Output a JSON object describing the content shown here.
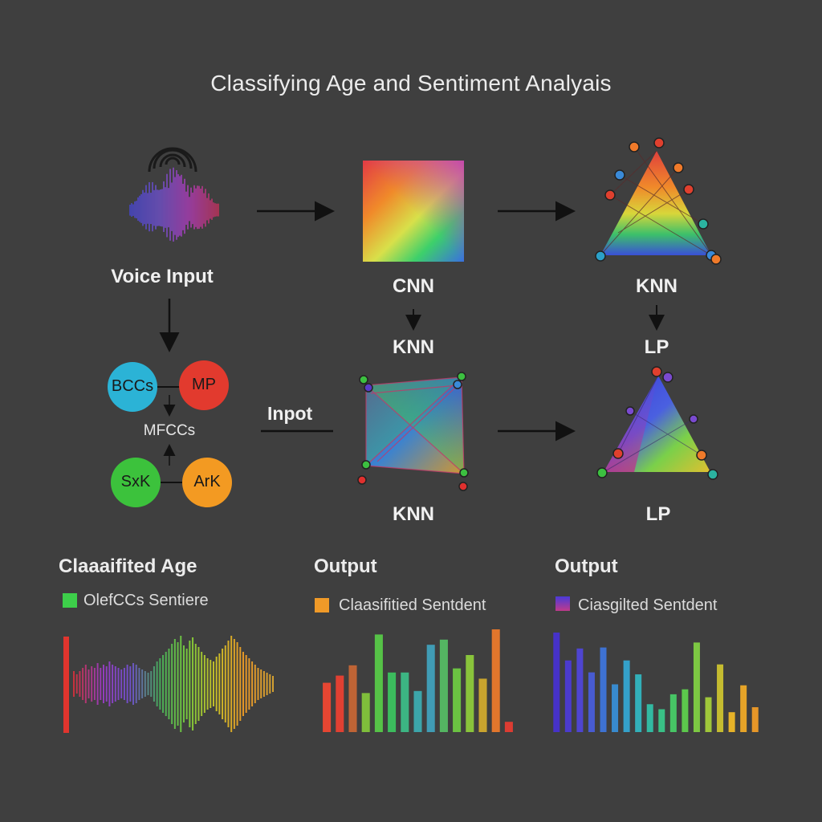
{
  "title": "Classifying Age and Sentiment Analyais",
  "nodes": {
    "voice_input": "Voice Input",
    "cnn": "CNN",
    "knn_top_right": "KNN",
    "knn_mid": "KNN",
    "lp_right": "LP",
    "input_label": "Inpot",
    "knn_bottom": "KNN",
    "lp_bottom": "LP"
  },
  "features": {
    "c1": "BCCs",
    "c2": "MP",
    "center": "MFCCs",
    "c3": "SxK",
    "c4": "ArK"
  },
  "outputs": [
    {
      "title": "Claaaifited Age",
      "legend": "OlefCCs Sentiere",
      "color": "#3dcf4a"
    },
    {
      "title": "Output",
      "legend": "Claasifitied Sentdent",
      "color": "#f09a28"
    },
    {
      "title": "Output",
      "legend": "Ciasgilted Sentdent",
      "color": "#5a3fc8"
    }
  ],
  "colors": {
    "background": "#3f3f3f",
    "c1": "#2bb3d6",
    "c2": "#e23a2e",
    "c3": "#3cc23c",
    "c4": "#f39a22"
  },
  "chart_data": [
    {
      "type": "bar",
      "values": [
        8,
        6,
        8,
        10,
        12,
        9,
        11,
        10,
        13,
        10,
        12,
        11,
        14,
        12,
        11,
        10,
        9,
        10,
        12,
        11,
        13,
        12,
        10,
        9,
        8,
        7,
        8,
        11,
        14,
        16,
        18,
        20,
        22,
        25,
        28,
        26,
        30,
        24,
        22,
        27,
        29,
        25,
        23,
        20,
        18,
        16,
        15,
        14,
        17,
        19,
        22,
        24,
        27,
        30,
        28,
        26,
        23,
        20,
        18,
        16,
        14,
        12,
        10,
        9,
        8,
        7,
        6,
        5
      ],
      "series_colors_note": "waveform"
    },
    {
      "type": "bar",
      "values": [
        48,
        55,
        65,
        38,
        95,
        58,
        58,
        40,
        85,
        90,
        62,
        75,
        52,
        100,
        10
      ],
      "ylim": [
        0,
        100
      ]
    },
    {
      "type": "bar",
      "values": [
        100,
        72,
        84,
        60,
        85,
        48,
        72,
        58,
        28,
        23,
        38,
        43,
        90,
        35,
        68,
        20,
        47,
        25
      ],
      "ylim": [
        0,
        100
      ]
    }
  ]
}
